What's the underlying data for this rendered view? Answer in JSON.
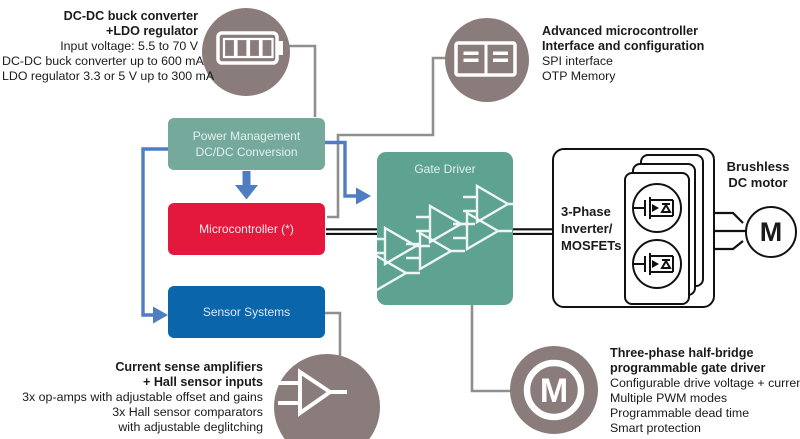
{
  "colors": {
    "taupe_circle": "#8A7C7B",
    "teal_power_box": "#74A99B",
    "teal_gate_driver_box": "#5EA291",
    "red_microcontroller_box": "#E4183C",
    "blue_sensor_box": "#0A65AB",
    "blue_connector": "#4E7EC1",
    "gray_connector": "#8F8F8F",
    "black_line": "#111111"
  },
  "blocks": {
    "power_management": {
      "line1": "Power Management",
      "line2": "DC/DC Conversion"
    },
    "microcontroller": {
      "label": "Microcontroller (*)"
    },
    "sensor_systems": {
      "label": "Sensor Systems"
    },
    "gate_driver": {
      "label": "Gate Driver"
    },
    "inverter": {
      "line1": "3-Phase",
      "line2": "Inverter/",
      "line3": "MOSFETs"
    },
    "motor": {
      "letter": "M",
      "caption1": "Brushless",
      "caption2": "DC motor"
    },
    "motor_icon_letter": "M"
  },
  "notes": {
    "battery": {
      "bold1": "DC-DC buck converter",
      "bold2": "+LDO regulator",
      "lines": [
        "Input voltage: 5.5 to 70 V",
        "DC-DC buck converter up to 600 mA",
        "LDO regulator 3.3 or 5 V up to 300 mA"
      ]
    },
    "mcu_interface": {
      "bold1": "Advanced microcontroller",
      "bold2": "Interface and configuration",
      "lines": [
        "SPI interface",
        "OTP Memory"
      ]
    },
    "current_sense": {
      "bold1": "Current sense amplifiers",
      "bold2": "+ Hall sensor inputs",
      "lines": [
        "3x op-amps with adjustable offset and gains",
        "3x Hall sensor comparators",
        "with adjustable deglitching"
      ]
    },
    "gate_driver_info": {
      "bold1": "Three-phase half-bridge",
      "bold2": "programmable gate driver",
      "lines": [
        "Configurable drive voltage + current",
        "Multiple PWM modes",
        "Programmable dead time",
        "Smart protection"
      ]
    }
  },
  "icons": {
    "battery": "battery-icon",
    "chip": "chip-icon",
    "opamp": "opamp-icon",
    "motor": "motor-icon",
    "mosfet": "mosfet-icon"
  }
}
